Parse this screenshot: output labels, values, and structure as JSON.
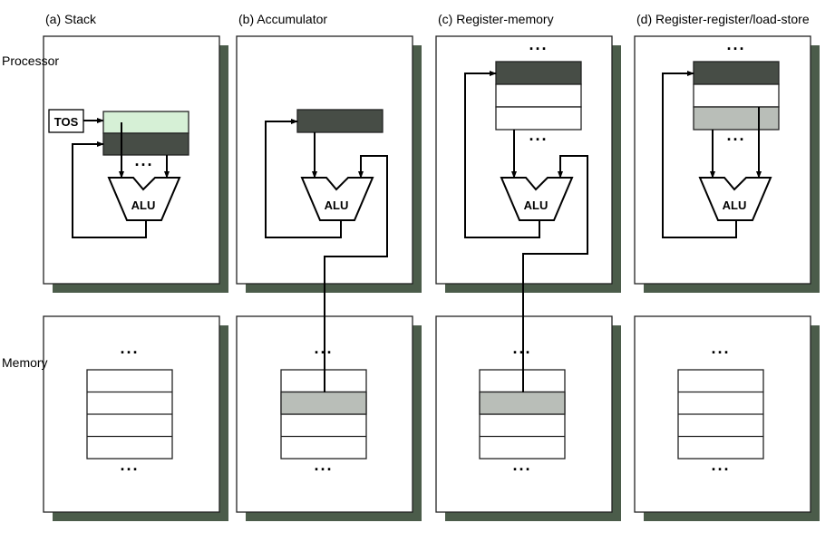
{
  "panels": [
    {
      "label": "(a)  Stack"
    },
    {
      "label": "(b)  Accumulator"
    },
    {
      "label": "(c)  Register-memory"
    },
    {
      "label": "(d)  Register-register/load-store"
    }
  ],
  "row_labels": {
    "processor": "Processor",
    "memory": "Memory"
  },
  "alu_label": "ALU",
  "tos_label": "TOS",
  "ellipsis": "···",
  "colors": {
    "tos_register": "#d6f0d6",
    "dark_register": "#474d46",
    "highlight_cell": "#b9beb8",
    "shadow": "#4b5c4a"
  }
}
